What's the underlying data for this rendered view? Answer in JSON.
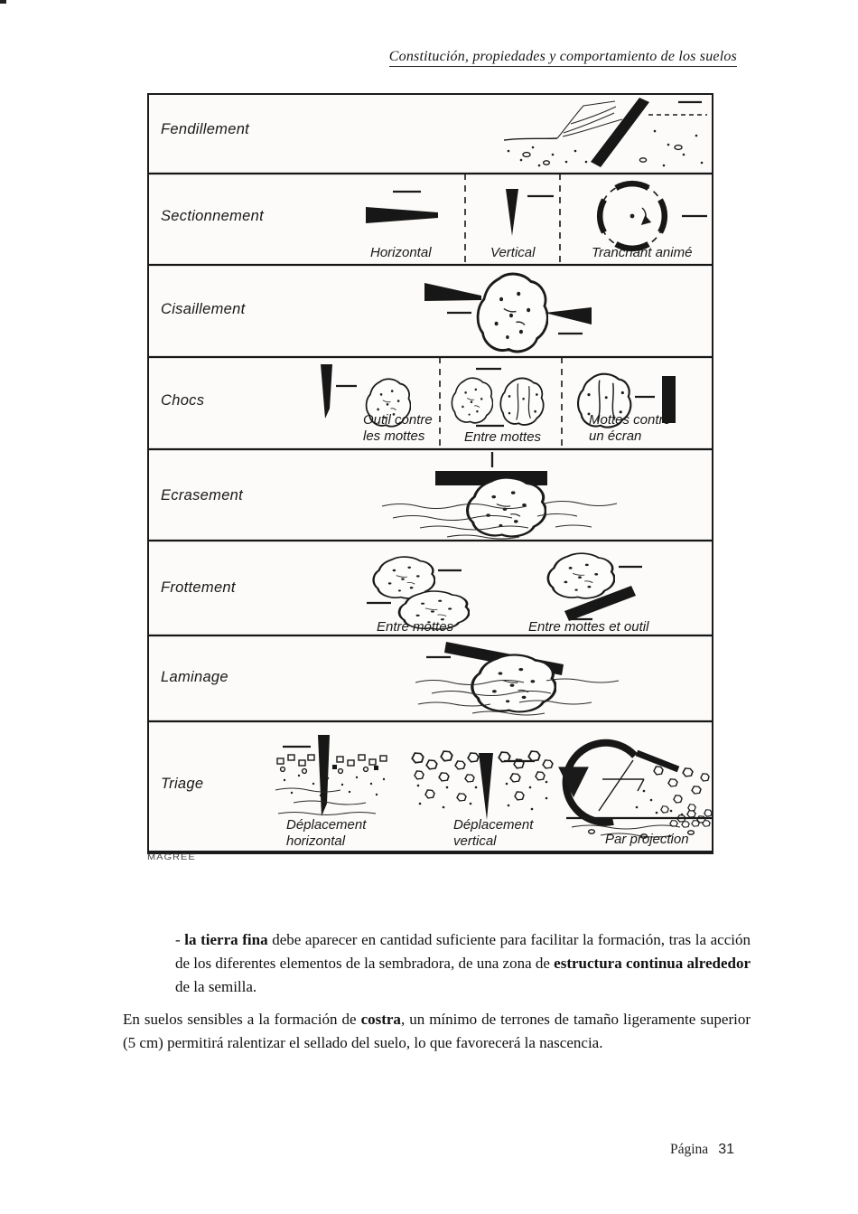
{
  "colors": {
    "ink": "#1a1a1a",
    "paper": "#ffffff",
    "figure_paper": "#fcfbf9"
  },
  "header": {
    "title": "Constitución, propiedades y comportamiento de los suelos"
  },
  "figure": {
    "source_note": "MAGREE",
    "rows": [
      {
        "label": "Fendillement",
        "cols": []
      },
      {
        "label": "Sectionnement",
        "cols": [
          {
            "line1": "Horizontal"
          },
          {
            "line1": "Vertical"
          },
          {
            "line1": "Tranchant animé"
          }
        ]
      },
      {
        "label": "Cisaillement",
        "cols": []
      },
      {
        "label": "Chocs",
        "cols": [
          {
            "line1": "Outil contre",
            "line2": "les mottes"
          },
          {
            "line1": "Entre mottes"
          },
          {
            "line1": "Mottes contre",
            "line2": "un écran"
          }
        ]
      },
      {
        "label": "Ecrasement",
        "cols": []
      },
      {
        "label": "Frottement",
        "cols": [
          {
            "line1": "Entre mottes"
          },
          {
            "line1": "Entre mottes et outil"
          }
        ]
      },
      {
        "label": "Laminage",
        "cols": []
      },
      {
        "label": "Triage",
        "cols": [
          {
            "line1": "Déplacement",
            "line2": "horizontal"
          },
          {
            "line1": "Déplacement",
            "line2": "vertical"
          },
          {
            "line1": "Par projection"
          }
        ]
      }
    ]
  },
  "body": {
    "para1": {
      "dash": "- ",
      "bold1": "la tierra fina",
      "text1": " debe aparecer en cantidad suficiente para facilitar la formación, tras la acción de los diferentes elementos de la sembradora, de una zona de ",
      "bold2": "estructura continua alrededor",
      "text2": " de la semilla."
    },
    "para2": {
      "text1": "En suelos sensibles a la formación de ",
      "bold1": "costra",
      "text2": ", un mínimo de terrones de tamaño ligeramente superior (5 cm) permitirá ralentizar el sellado del suelo, lo que favorecerá la nascencia."
    }
  },
  "footer": {
    "label": "Página",
    "page": "31"
  }
}
